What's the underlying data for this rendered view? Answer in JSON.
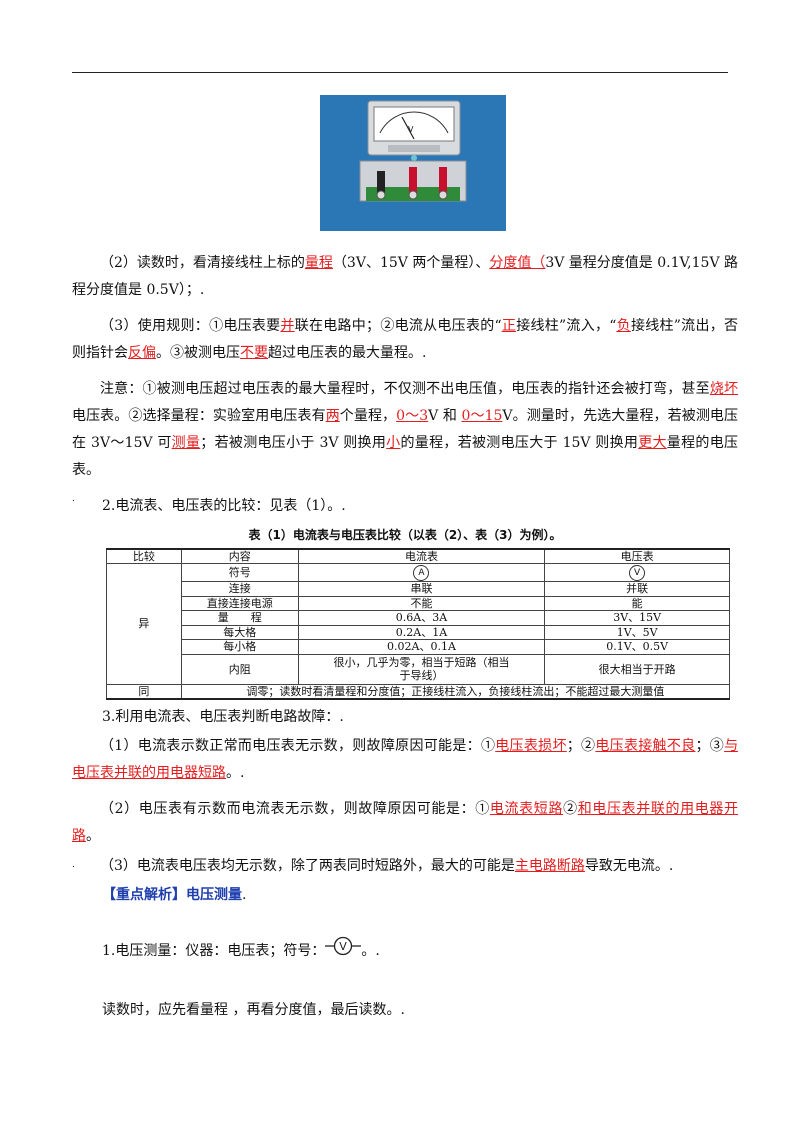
{
  "s2": {
    "a": "（2）读数时，看清接线柱上标的",
    "b": "量程",
    "c": "（3V、15V 两个量程）、",
    "d": "分度值（",
    "e": "3V 量程分度值是 0.1V,15V 路程分度值是 0.5V）；."
  },
  "s3": {
    "a": "（3）使用规则：①电压表要",
    "b": "并",
    "c": "联在电路中；②电流从电压表的“",
    "d": "正",
    "e": "接线柱”流入，“",
    "f": "负",
    "g": "接线柱”流出，否则指针会",
    "h": "反偏",
    "i": "。③被测电压",
    "j": "不要",
    "k": "超过电压表的最大量程。."
  },
  "note": {
    "a": "注意：①被测电压超过电压表的最大量程时，不仅测不出电压值，电压表的指针还会被打弯，甚至",
    "b": "烧坏",
    "c": "电压表。②选择量程：实验室用电压表有",
    "d": "两",
    "e": "个量程，",
    "f": "0～3",
    "g": "V 和 ",
    "h": "0～15",
    "i": "V。测量时，先选大量程，若被测电压在 3V～15V 可",
    "j": "测量",
    "k": "；若被测电压小于 3V 则换用",
    "l": "小",
    "m": "的量程，若被测电压大于 15V 则换用",
    "n": "更大",
    "o": "量程的电压表。",
    "p": "."
  },
  "compare_heading": "2.电流表、电压表的比较：见表（1）。.",
  "caption": "表（1）电流表与电压表比较（以表（2）、表（3）为例）。",
  "table": {
    "h_compare": "比较",
    "h_content": "内容",
    "h_ammeter": "电流表",
    "h_voltmeter": "电压表",
    "diff": "异",
    "same": "同",
    "r_symbol": "符号",
    "sym_a": "A",
    "sym_v": "V",
    "r_connect": "连接",
    "connect_a": "串联",
    "connect_v": "并联",
    "r_direct": "直接连接电源",
    "direct_a": "不能",
    "direct_v": "能",
    "r_range": "量　　程",
    "range_a": "0.6A、3A",
    "range_v": "3V、15V",
    "r_big": "每大格",
    "big_a": "0.2A、1A",
    "big_v": "1V、5V",
    "r_small": "每小格",
    "small_a": "0.02A、0.1A",
    "small_v": "0.1V、0.5V",
    "r_res": "内阻",
    "res_a": "很小，几乎为零，相当于短路（相当于导线）",
    "res_v": "很大相当于开路",
    "same_text": "调零；读数时看清量程和分度值；正接线柱流入，负接线柱流出；不能超过最大测量值"
  },
  "fault_heading": "3.利用电流表、电压表判断电路故障：.",
  "f1": {
    "a": "（1）电流表示数正常而电压表无示数，则故障原因可能是：①",
    "b": "电压表损坏",
    "c": "；②",
    "d": "电压表接触不良",
    "e": "；③",
    "f": "与电压表并联的用电器短路",
    "g": "。."
  },
  "f2": {
    "a": "（2）电压表有示数而电流表无示数，则故障原因可能是：①",
    "b": "电流表短路",
    "c": "②",
    "d": "和电压表并联的用电器开路",
    "e": "。",
    "f": "."
  },
  "f3": {
    "a": "（3）电流表电压表均无示数，除了两表同时短路外，最大的可能是",
    "b": "主电路断路",
    "c": "导致无电流。."
  },
  "key": {
    "bracket": "【重点解析】电压测量",
    "dot": "."
  },
  "m1": {
    "a": "1.电压测量：仪器：电压表；符号：",
    "sym": "V",
    "b": "。."
  },
  "read": "读数时，应先看量程 ，再看分度值，最后读数。.",
  "colors": {
    "accent_red": "#e41e1e",
    "meter_blue": "#2b76b5",
    "key_blue": "#1f3fae"
  }
}
